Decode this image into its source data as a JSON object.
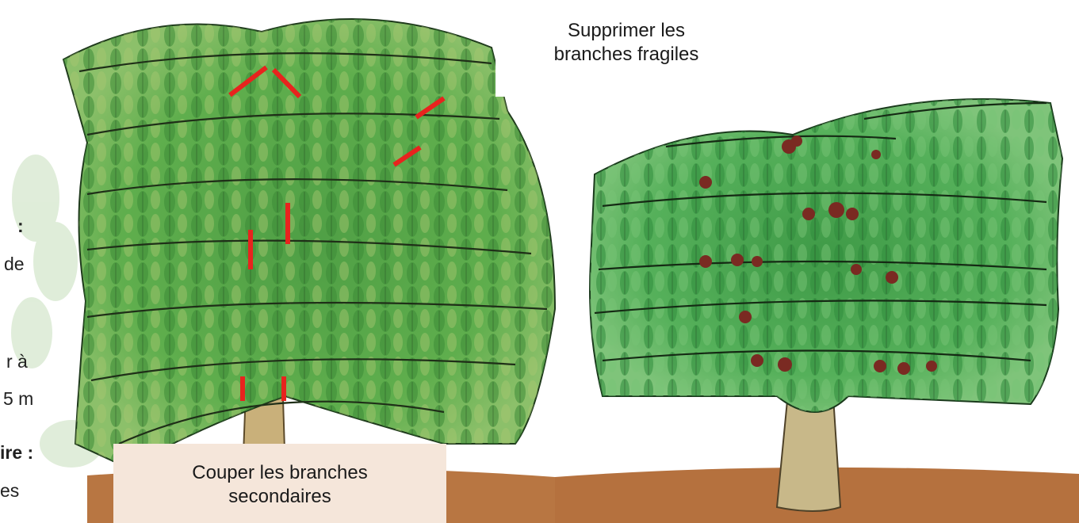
{
  "annotations": {
    "top_label": [
      "Supprimer les",
      "branches fragiles"
    ],
    "bottom_label": [
      "Couper les branches",
      "secondaires"
    ]
  },
  "left_text_fragments": [
    ":",
    "de",
    "r à",
    "5 m",
    "ire :",
    "es"
  ],
  "cut_mark_color": "#e8231e"
}
